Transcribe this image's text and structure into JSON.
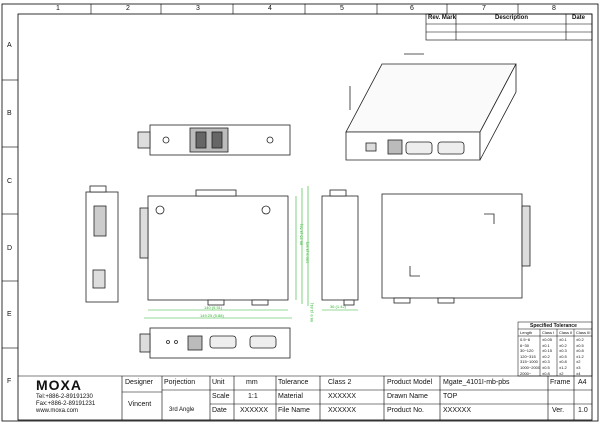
{
  "border": {
    "col_labels": [
      "1",
      "2",
      "3",
      "4",
      "5",
      "6",
      "7",
      "8"
    ],
    "row_labels": [
      "A",
      "B",
      "C",
      "D",
      "E",
      "F"
    ]
  },
  "revision": {
    "headers": [
      "Rev. Mark",
      "Description",
      "Date"
    ]
  },
  "tolerance": {
    "title": "Specified Tolerance",
    "headers": [
      "Length",
      "Class I",
      "Class II",
      "Class III"
    ],
    "rows": [
      [
        "0.5~6",
        "±0.05",
        "±0.1",
        "±0.2"
      ],
      [
        "6~30",
        "±0.1",
        "±0.2",
        "±0.5"
      ],
      [
        "30~120",
        "±0.15",
        "±0.3",
        "±0.8"
      ],
      [
        "120~315",
        "±0.2",
        "±0.5",
        "±1.2"
      ],
      [
        "315~1000",
        "±0.3",
        "±0.8",
        "±2"
      ],
      [
        "1000~2000",
        "±0.5",
        "±1.2",
        "±3"
      ],
      [
        "2000~",
        "±0.8",
        "±2",
        "±4"
      ]
    ]
  },
  "company": {
    "logo": "MOXA",
    "tel": "Tel:+886-2-89191230",
    "fax": "Fax:+886-2-89191231",
    "web": "www.moxa.com"
  },
  "title_block": {
    "designer_label": "Designer",
    "designer_value": "Vincent",
    "projection_label": "Porjection",
    "projection_value": "3rd Angle",
    "unit_label": "Unit",
    "unit_value": "mm",
    "scale_label": "Scale",
    "scale_value": "1:1",
    "date_label": "Date",
    "date_value": "XXXXXX",
    "tolerance_label": "Tolerance",
    "tolerance_value": "Class 2",
    "material_label": "Material",
    "material_value": "XXXXXX",
    "file_label": "File Name",
    "file_value": "XXXXXX",
    "model_label": "Product Model",
    "model_value": "Mgate_4101I-mb-pbs",
    "drawn_label": "Drawn Name",
    "drawn_value": "TOP",
    "prodno_label": "Product No.",
    "prodno_value": "XXXXXX",
    "frame_label": "Frame",
    "frame_value": "A4",
    "ver_label": "Ver.",
    "ver_value": "1.0"
  },
  "dimensions": {
    "width_a": "140 (5.51)",
    "width_b": "149.25 (5.88)",
    "height_a": "89.25 (3.51)",
    "height_b": "100.9 (3.97)",
    "height_c": "96.9 (3.81)",
    "depth": "36 (1.42)"
  },
  "colors": {
    "line": "#222222",
    "dimension": "#2fb52f",
    "grid": "#000000"
  }
}
